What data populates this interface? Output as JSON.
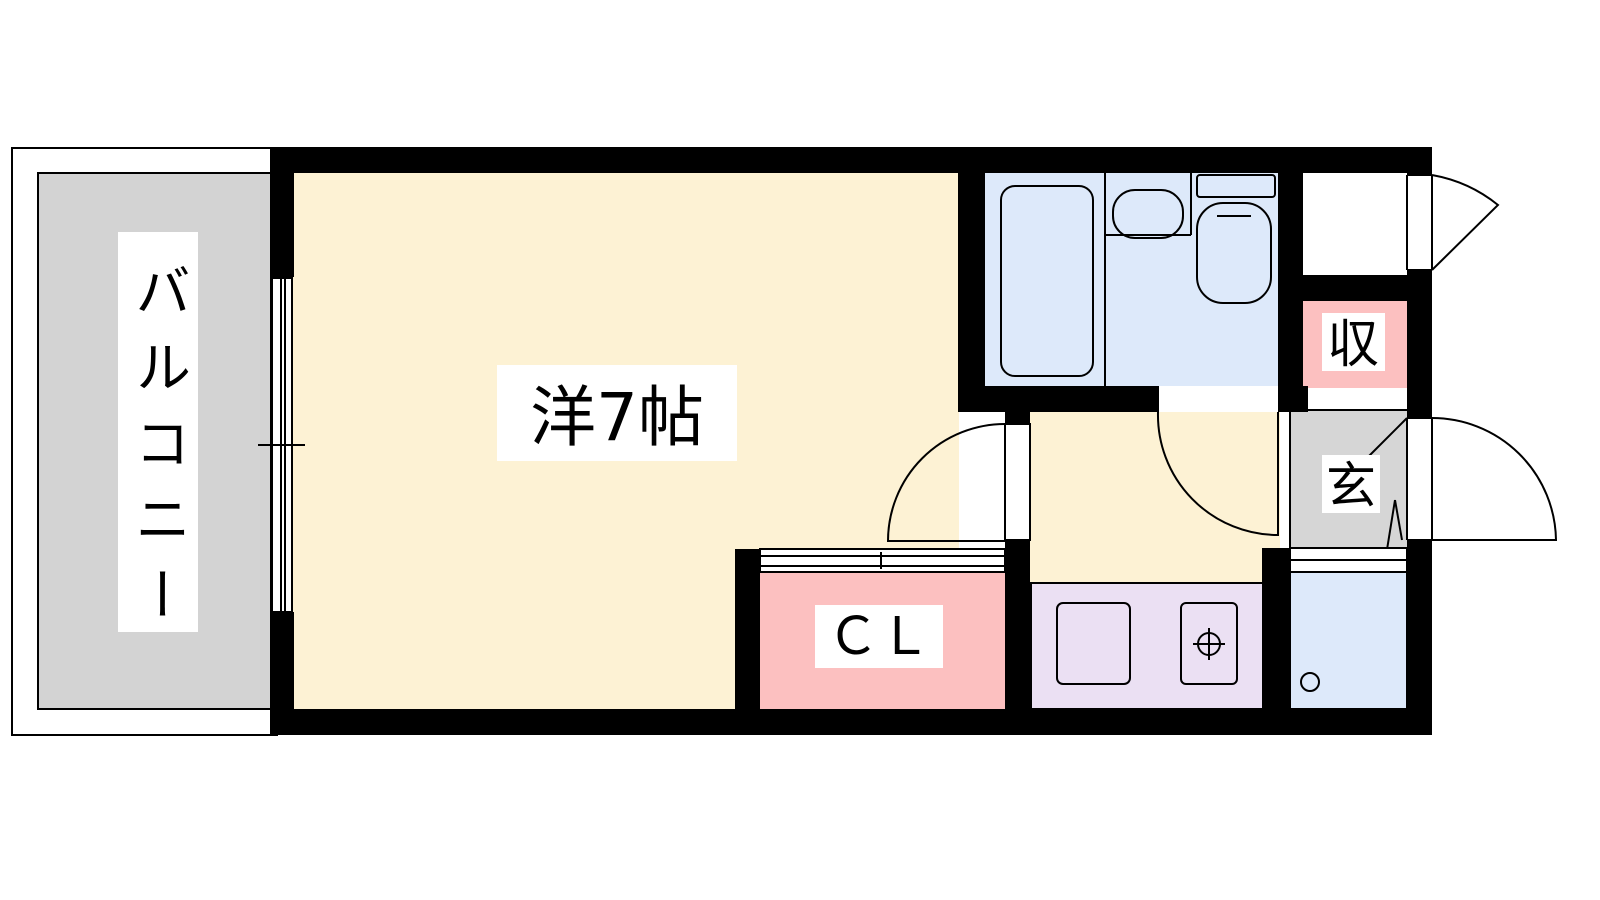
{
  "rooms": {
    "balcony": "バルコニー",
    "western_room": "洋7帖",
    "closet": "ＣＬ",
    "storage": "収",
    "entrance": "玄"
  },
  "colors": {
    "western_room": "#fdf2d4",
    "balcony": "#d3d3d3",
    "closet": "#fcc0c0",
    "storage": "#fcc0c0",
    "bath": "#dde9fa",
    "kitchen": "#ebe0f3",
    "entrance": "#d6d6d6",
    "hall": "#fdf2d4",
    "wall": "#000000"
  }
}
